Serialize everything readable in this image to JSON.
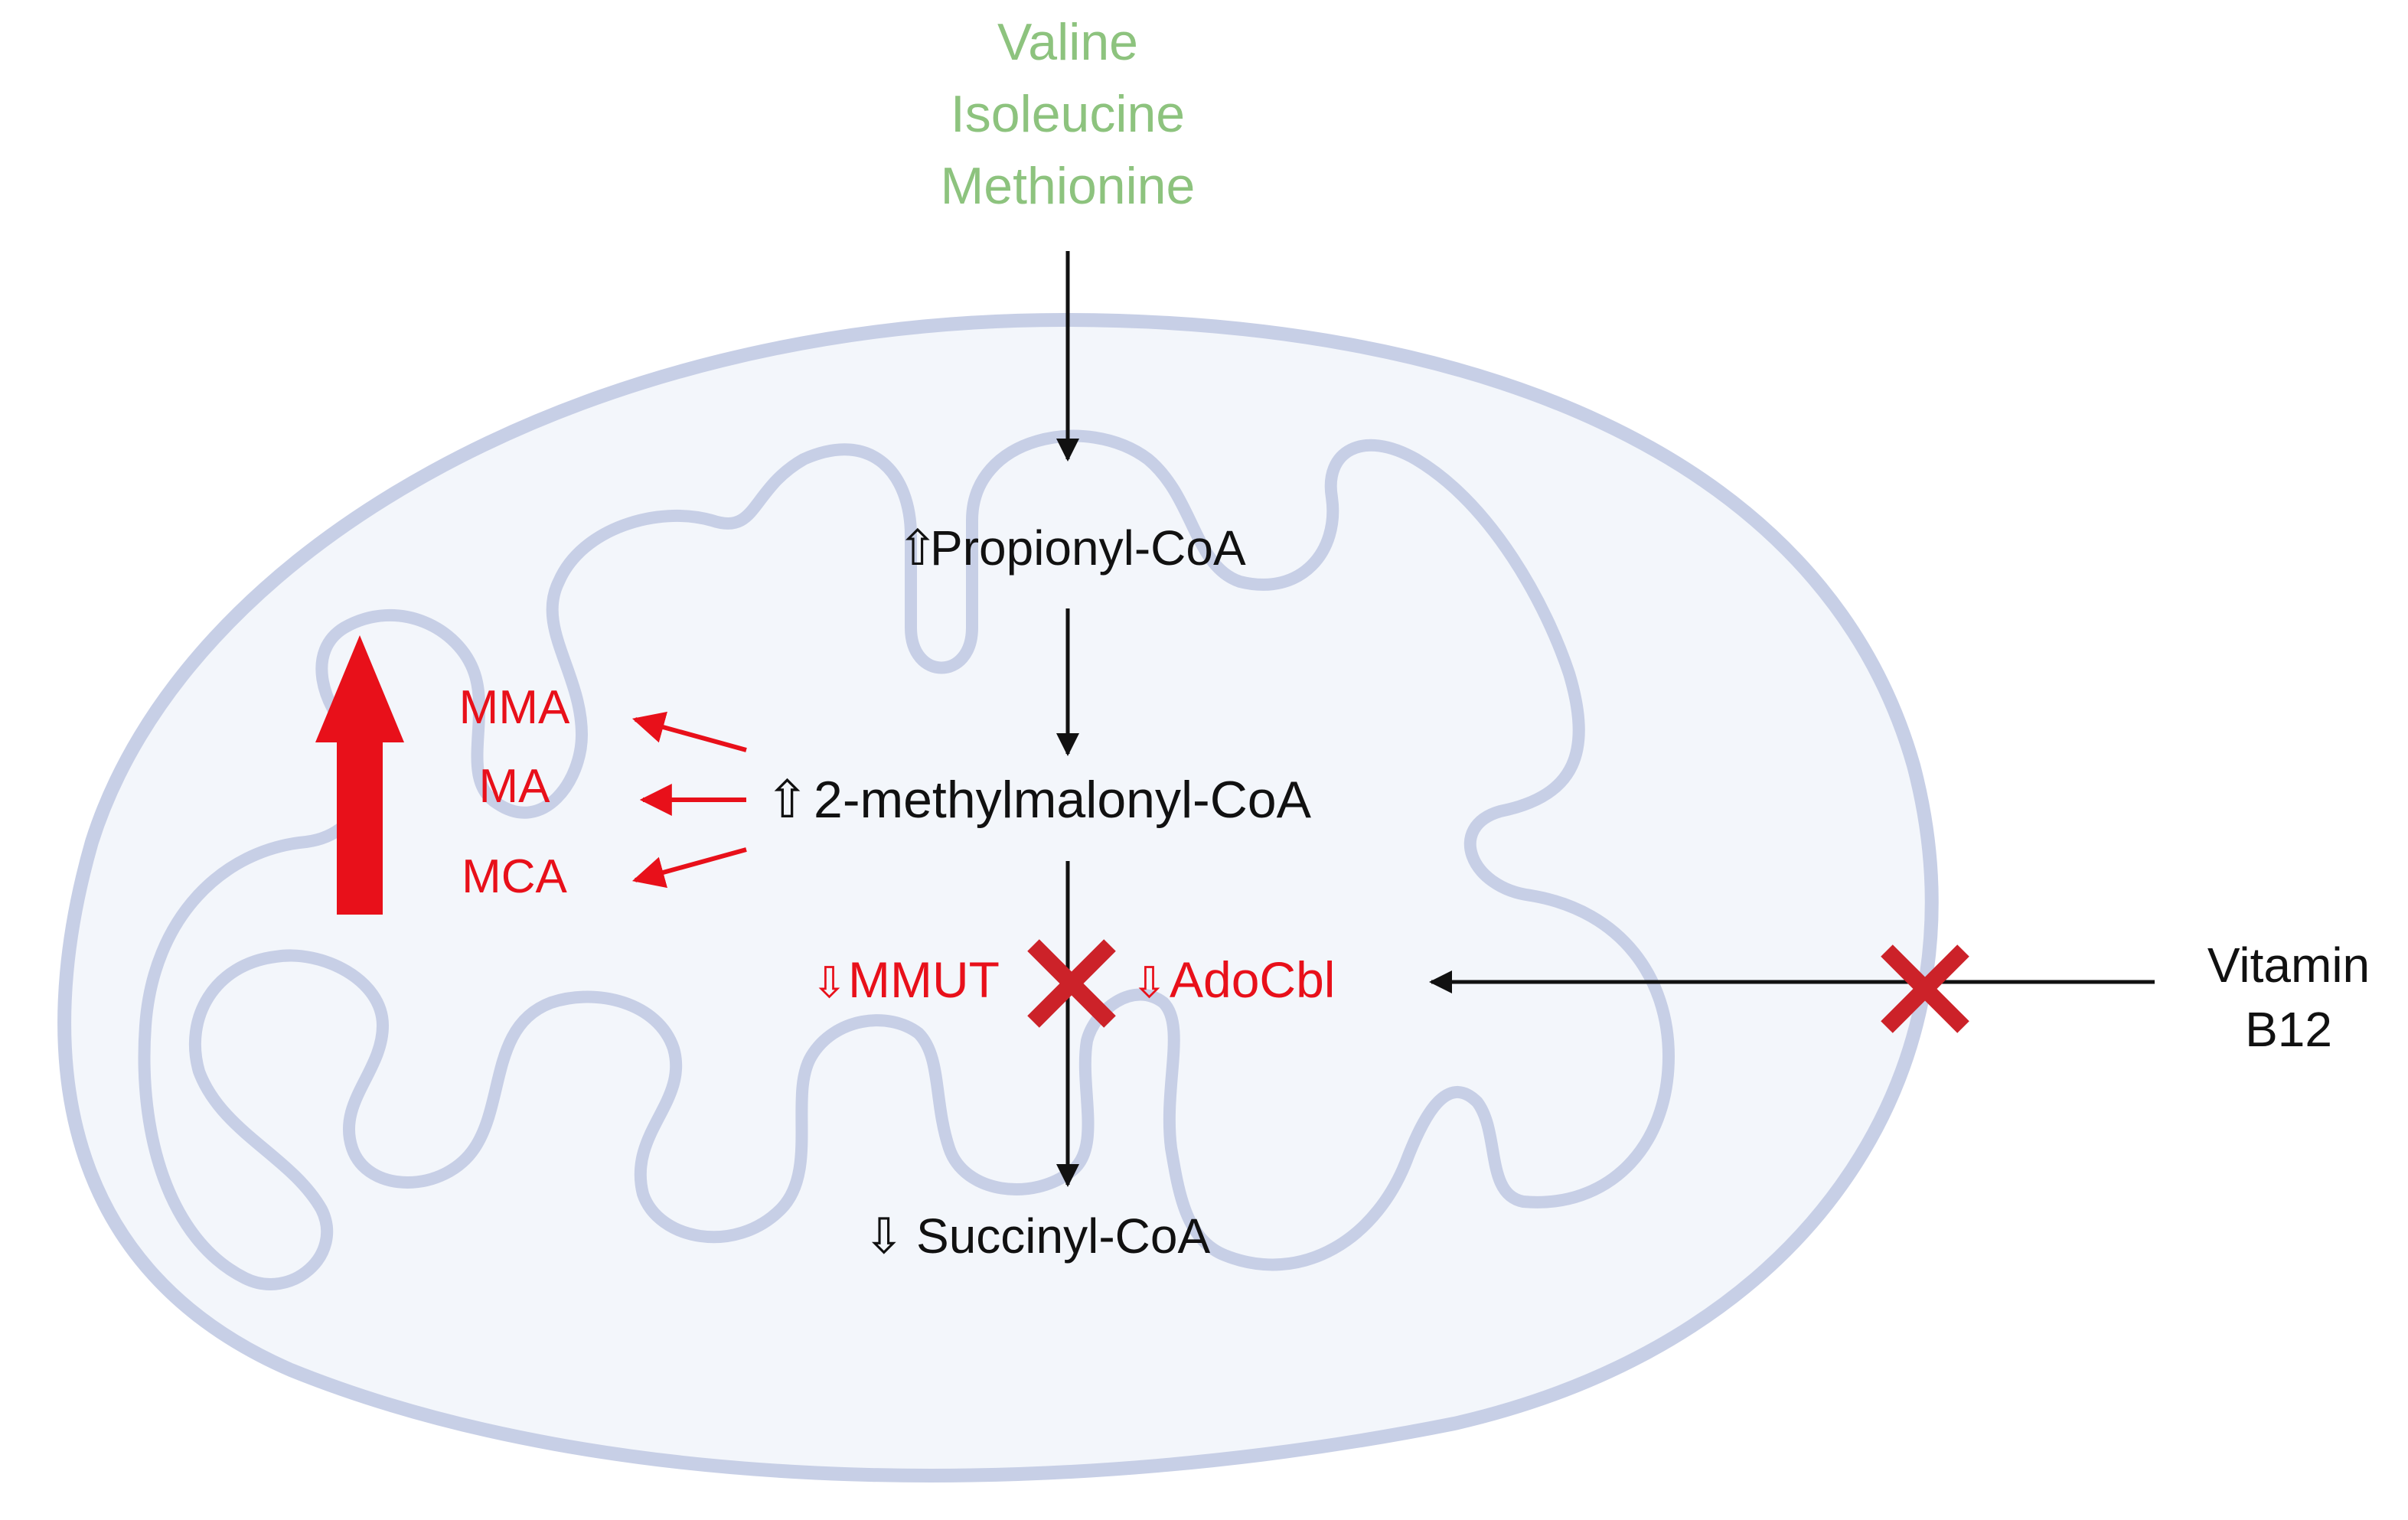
{
  "precursors": {
    "valine": "Valine",
    "isoleucine": "Isoleucine",
    "methionine": "Methionine"
  },
  "metabolites": {
    "propionyl": "Propionyl-CoA",
    "methylmalonyl": "2-methylmalonyl-CoA",
    "succinyl": "Succinyl-CoA"
  },
  "indicators": {
    "up": "⇧",
    "down": "⇩"
  },
  "byproducts": {
    "mma": "MMA",
    "ma": "MA",
    "mca": "MCA"
  },
  "enzymes": {
    "mmut": "MMUT",
    "adocbl": "AdoCbl"
  },
  "vitamin": {
    "line1": "Vitamin",
    "line2": "B12"
  },
  "colors": {
    "precursor_green": "#8dc37e",
    "alert_red": "#e8101a",
    "block_red": "#cc2229",
    "membrane": "#c7cfe6",
    "matrix_fill": "#f3f6fb",
    "text_black": "#111111"
  }
}
